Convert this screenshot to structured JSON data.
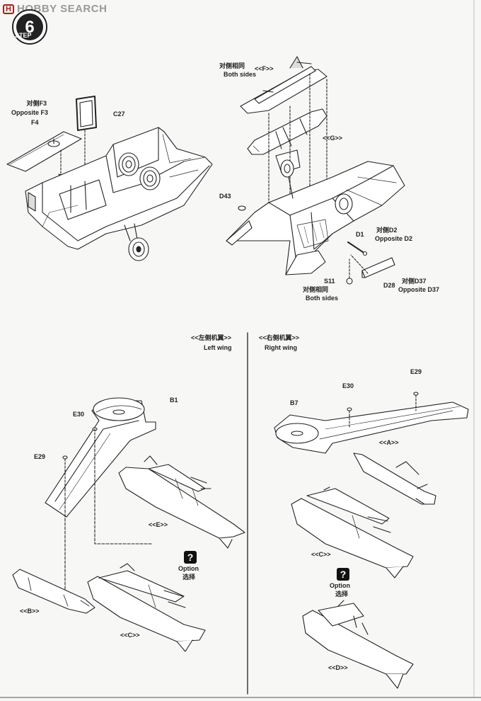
{
  "watermark": {
    "logo_glyph": "H",
    "brand": "HOBBY SEARCH"
  },
  "step": {
    "label": "STEP",
    "number": "6"
  },
  "fuselage_labels": {
    "f3_cn": "对侧F3",
    "f3_en": "Opposite F3",
    "f4": "F4",
    "c27": "C27",
    "f_both_cn": "对侧相同",
    "f_both_en": "Both sides",
    "f_ref": "<<F>>",
    "g_ref": "<<G>>",
    "d43": "D43",
    "d1": "D1",
    "d2_cn": "对侧D2",
    "d2_en": "Opposite D2",
    "s11": "S11",
    "s11_both_cn": "对侧相同",
    "s11_both_en": "Both sides",
    "d28": "D28",
    "d37_cn": "对侧D37",
    "d37_en": "Opposite D37"
  },
  "left_wing": {
    "title_cn": "<<左侧机翼>>",
    "title_en": "Left wing",
    "b1": "B1",
    "e30": "E30",
    "e29": "E29",
    "e_ref": "<<E>>",
    "b_ref": "<<B>>",
    "c_ref": "<<C>>",
    "option_icon": "?",
    "option_en": "Option",
    "option_cn": "选择"
  },
  "right_wing": {
    "title_cn": "<<右侧机翼>>",
    "title_en": "Right wing",
    "b7": "B7",
    "e30": "E30",
    "e29": "E29",
    "a_ref": "<<A>>",
    "c_ref": "<<C>>",
    "d_ref": "<<D>>",
    "option_icon": "?",
    "option_en": "Option",
    "option_cn": "选择"
  },
  "colors": {
    "ink": "#222222",
    "paper": "#f7f7f5",
    "brand_red": "#b0191c"
  }
}
